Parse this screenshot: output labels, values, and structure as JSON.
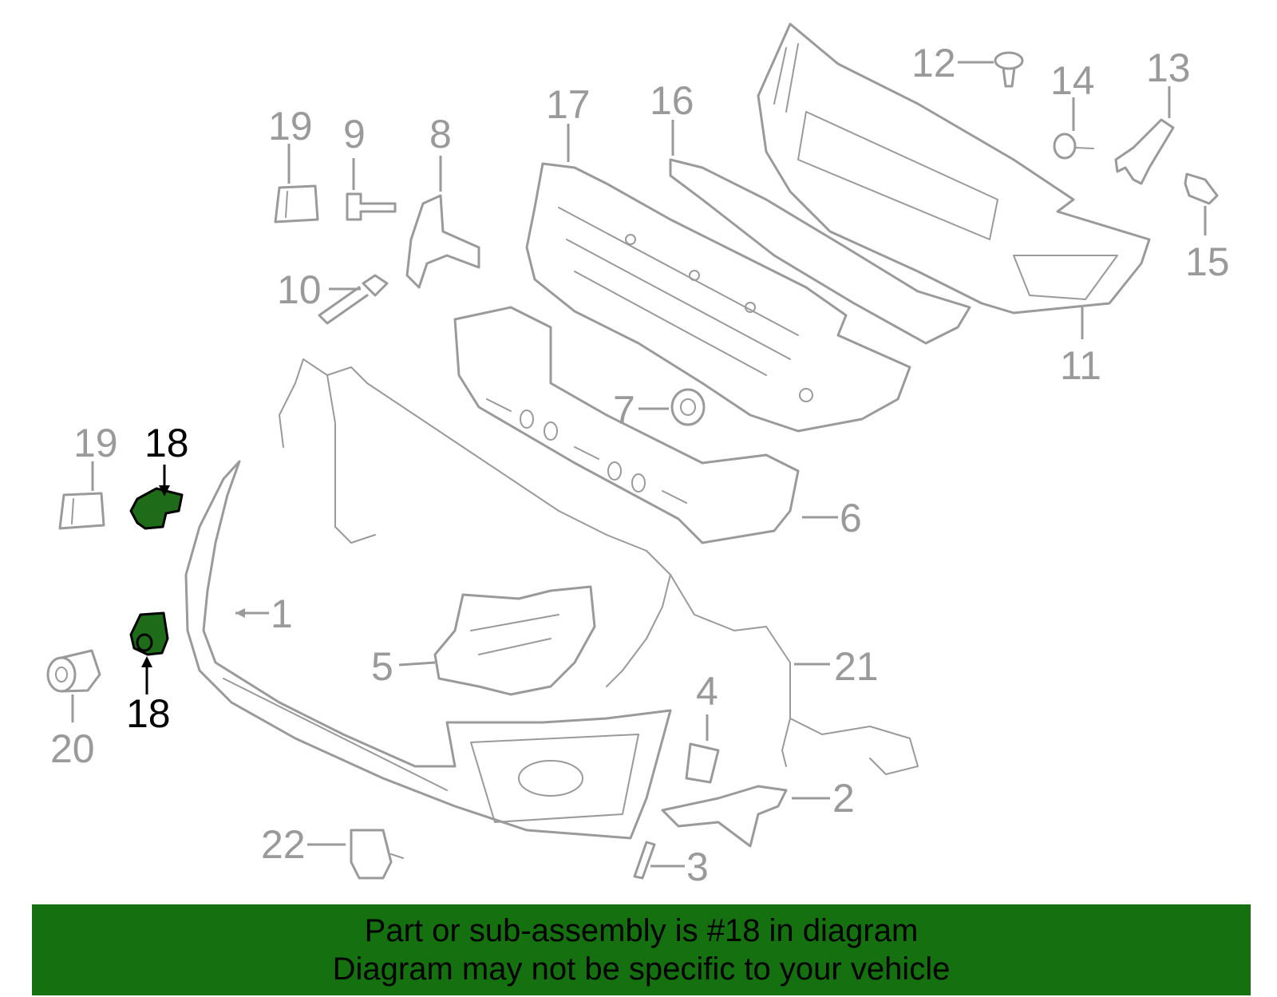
{
  "callouts": {
    "c1": "1",
    "c2": "2",
    "c3": "3",
    "c4": "4",
    "c5": "5",
    "c6": "6",
    "c7": "7",
    "c8": "8",
    "c9": "9",
    "c10": "10",
    "c11": "11",
    "c12": "12",
    "c13": "13",
    "c14": "14",
    "c15": "15",
    "c16": "16",
    "c17": "17",
    "c18a": "18",
    "c18b": "18",
    "c19a": "19",
    "c19b": "19",
    "c20": "20",
    "c21": "21",
    "c22": "22"
  },
  "highlighted_part": "18",
  "colors": {
    "line_art": "#9a9a9a",
    "highlight_fill": "#1e6b1a",
    "banner_background": "#15700f",
    "banner_text": "#000000"
  },
  "banner": {
    "line1": "Part or sub-assembly is #18 in diagram",
    "line2": "Diagram may not be specific to your vehicle"
  }
}
